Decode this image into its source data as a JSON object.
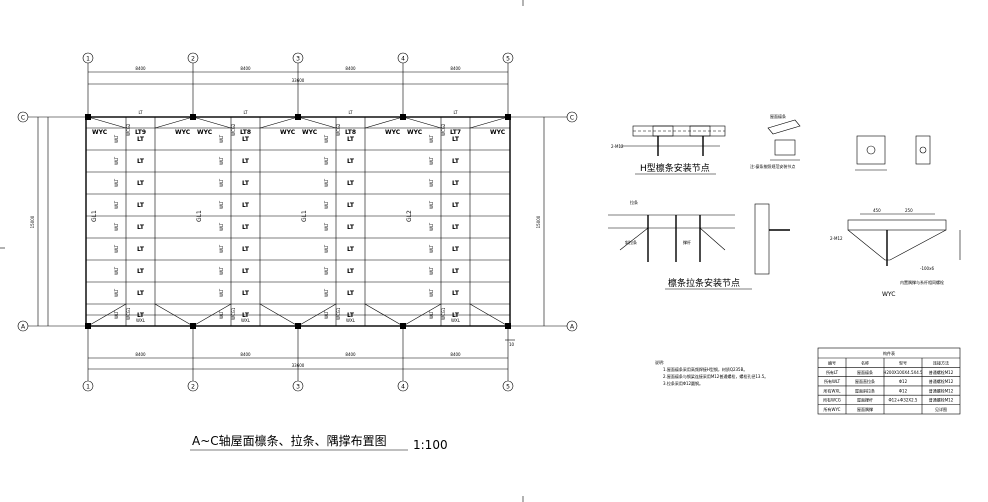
{
  "plan": {
    "title": "A~C轴屋面檩条、拉条、隅撑布置图",
    "scale": "1:100",
    "grid_numbers": [
      "1",
      "2",
      "3",
      "4",
      "5"
    ],
    "grid_letters": {
      "top": "C",
      "bottom": "A"
    },
    "bay_dim": "8400",
    "total_dim": "33600",
    "side_dim": "15000",
    "purlin_label": "LT",
    "tie_label": "WLT",
    "brace_label": "WYC",
    "strut_labels": [
      "LT9",
      "LT8",
      "LT8",
      "LT7"
    ],
    "rod_labels": [
      "WCG2",
      "WCG1"
    ],
    "roof_beam_labels": [
      "GL1",
      "GL1",
      "GL1",
      "GL2"
    ],
    "bottom_note_value": "10"
  },
  "details": {
    "h_purlin_title": "H型檩条安装节点",
    "tie_title": "檩条拉条安装节点",
    "brace_title": "WYC",
    "brace_bolt": "2-M12",
    "brace_bolt_note": "内置隅撑与系杆相同螺栓",
    "small_labels": {
      "lt_bolt": "2-M12",
      "roof_purlin": "屋面檩条",
      "lt_note": "注:檩条按照规范安装节点",
      "plate_label": "-100x6",
      "dim_a": "450",
      "dim_b": "250",
      "tie_a": "拉条",
      "tie_b": "斜拉条",
      "tie_c": "撑杆"
    }
  },
  "notes": {
    "heading": "说明:",
    "lines": [
      "1.屋面檩条采用高频焊接H型钢，材质Q235B。",
      "2.屋面檩条与钢梁连接采用M12普通螺栓，螺栓孔径13.5。",
      "3.拉条采用Φ12圆钢。"
    ]
  },
  "table": {
    "title": "构件表",
    "headers": [
      "编号",
      "名称",
      "型号",
      "连接方法"
    ],
    "rows": [
      [
        "所有LT",
        "屋面檩条",
        "H200X100X4.5X4.5",
        "普通螺栓M12"
      ],
      [
        "所有WLT",
        "屋面直拉条",
        "Φ12",
        "普通螺栓M12"
      ],
      [
        "所有WXL",
        "屋面斜拉条",
        "Φ12",
        "普通螺栓M12"
      ],
      [
        "所有WCG",
        "屋面撑杆",
        "Φ12+Φ32X2.5",
        "普通螺栓M12"
      ],
      [
        "所有WYC",
        "屋面隅撑",
        "",
        "见详图"
      ]
    ]
  }
}
